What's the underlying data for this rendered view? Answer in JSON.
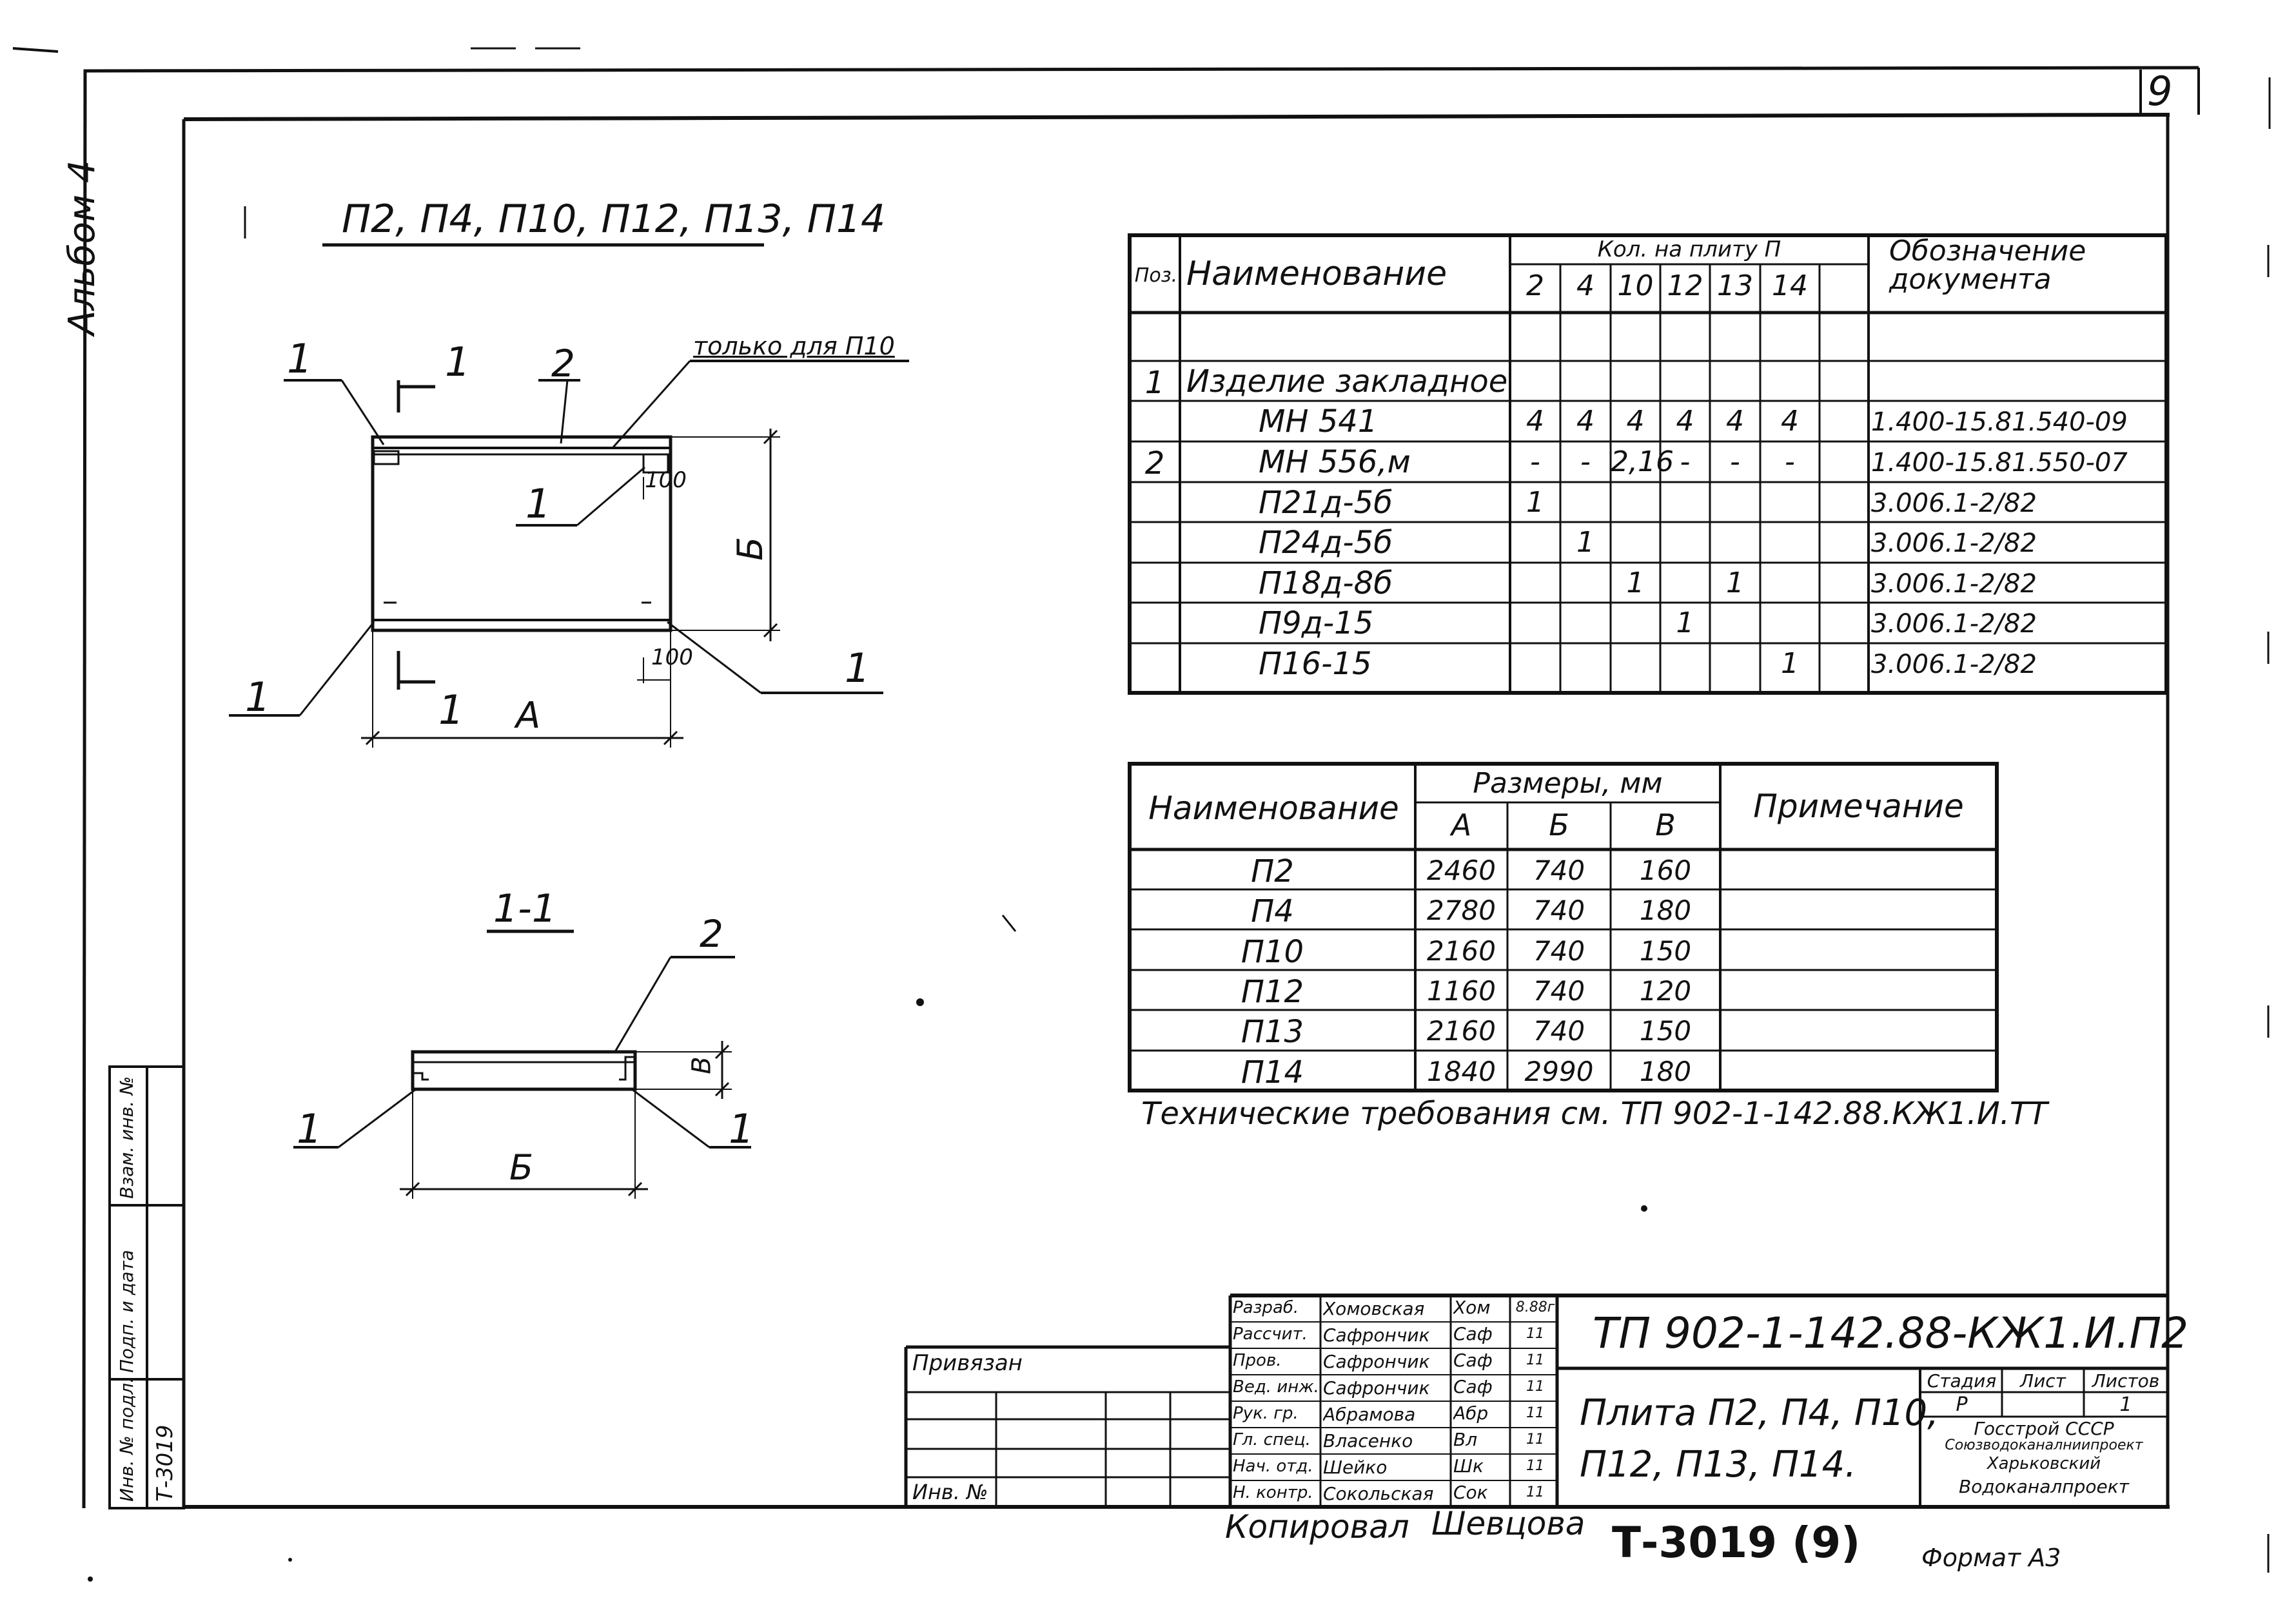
{
  "sheet_number": "9",
  "album": "Альбом 4",
  "view_title": "П2, П4, П10, П12, П13, П14",
  "section_title": "1-1",
  "drawing_labels": {
    "pos1": "1",
    "pos2": "2",
    "cut_mark": "1",
    "only_for": "только для П10",
    "dim_100_top": "100",
    "dim_100_bottom": "100",
    "dim_A": "А",
    "dim_B_vertical": "Б",
    "dim_B_section": "Б",
    "dim_V": "В"
  },
  "spec_table": {
    "headers": {
      "pos": "Поз.",
      "name": "Наименование",
      "qty_group": "Кол. на плиту П",
      "cols": [
        "2",
        "4",
        "10",
        "12",
        "13",
        "14"
      ],
      "doc": "Обозначение документа"
    },
    "rows": [
      {
        "pos": "",
        "name": "",
        "q": [
          "",
          "",
          "",
          "",
          "",
          ""
        ],
        "doc": ""
      },
      {
        "pos": "1",
        "name": "Изделие закладное",
        "q": [
          "",
          "",
          "",
          "",
          "",
          ""
        ],
        "doc": ""
      },
      {
        "pos": "",
        "name": "МН 541",
        "q": [
          "4",
          "4",
          "4",
          "4",
          "4",
          "4"
        ],
        "doc": "1.400-15.81.540-09"
      },
      {
        "pos": "2",
        "name": "МН 556,м",
        "q": [
          "-",
          "-",
          "2,16",
          "-",
          "-",
          "-"
        ],
        "doc": "1.400-15.81.550-07"
      },
      {
        "pos": "",
        "name": "П21д-5б",
        "q": [
          "1",
          "",
          "",
          "",
          "",
          ""
        ],
        "doc": "3.006.1-2/82"
      },
      {
        "pos": "",
        "name": "П24д-5б",
        "q": [
          "",
          "1",
          "",
          "",
          "",
          ""
        ],
        "doc": "3.006.1-2/82"
      },
      {
        "pos": "",
        "name": "П18д-8б",
        "q": [
          "",
          "",
          "1",
          "",
          "1",
          ""
        ],
        "doc": "3.006.1-2/82"
      },
      {
        "pos": "",
        "name": "П9д-15",
        "q": [
          "",
          "",
          "",
          "1",
          "",
          ""
        ],
        "doc": "3.006.1-2/82"
      },
      {
        "pos": "",
        "name": "П16-15",
        "q": [
          "",
          "",
          "",
          "",
          "",
          "1"
        ],
        "doc": "3.006.1-2/82"
      }
    ]
  },
  "size_table": {
    "headers": {
      "name": "Наименование",
      "group": "Размеры, мм",
      "cols": [
        "А",
        "Б",
        "В"
      ],
      "note": "Примечание"
    },
    "rows": [
      {
        "name": "П2",
        "a": "2460",
        "b": "740",
        "v": "160",
        "note": ""
      },
      {
        "name": "П4",
        "a": "2780",
        "b": "740",
        "v": "180",
        "note": ""
      },
      {
        "name": "П10",
        "a": "2160",
        "b": "740",
        "v": "150",
        "note": ""
      },
      {
        "name": "П12",
        "a": "1160",
        "b": "740",
        "v": "120",
        "note": ""
      },
      {
        "name": "П13",
        "a": "2160",
        "b": "740",
        "v": "150",
        "note": ""
      },
      {
        "name": "П14",
        "a": "1840",
        "b": "2990",
        "v": "180",
        "note": ""
      }
    ]
  },
  "tech_requirements": "Технические требования см. ТП 902-1-142.88.КЖ1.И.ТТ",
  "side_stamp": {
    "col1": "Инв. № подл.",
    "col2": "Подп. и дата",
    "col3": "Взам. инв. №",
    "inv_value": "Т-3019"
  },
  "title_block": {
    "privyazan": "Привязан",
    "inv_no": "Инв. №",
    "staff": [
      {
        "role": "Разраб.",
        "name": "Хомовская",
        "sign": "Хом",
        "date": "8.88г"
      },
      {
        "role": "Рассчит.",
        "name": "Сафрончик",
        "sign": "Саф",
        "date": "11"
      },
      {
        "role": "Пров.",
        "name": "Сафрончик",
        "sign": "Саф",
        "date": "11"
      },
      {
        "role": "Вед. инж.",
        "name": "Сафрончик",
        "sign": "Саф",
        "date": "11"
      },
      {
        "role": "Рук. гр.",
        "name": "Абрамова",
        "sign": "Абр",
        "date": "11"
      },
      {
        "role": "Гл. спец.",
        "name": "Власенко",
        "sign": "Вл",
        "date": "11"
      },
      {
        "role": "Нач. отд.",
        "name": "Шейко",
        "sign": "Шк",
        "date": "11"
      },
      {
        "role": "Н. контр.",
        "name": "Сокольская",
        "sign": "Сок",
        "date": "11"
      }
    ],
    "code": "ТП 902-1-142.88-КЖ1.И.П2",
    "title_line1": "Плита П2, П4, П10,",
    "title_line2": "П12, П13, П14.",
    "stage_header": "Стадия",
    "sheet_header": "Лист",
    "sheets_header": "Листов",
    "stage": "Р",
    "sheet": "",
    "sheets": "1",
    "org_line1": "Госстрой СССР",
    "org_line2": "Союзводоканалниипроект",
    "org_line3": "Харьковский",
    "org_line4": "Водоканалпроект"
  },
  "copied_by": "Копировал",
  "copied_name": "Шевцова",
  "stamp_number": "Т-3019 (9)",
  "format": "Формат А3"
}
